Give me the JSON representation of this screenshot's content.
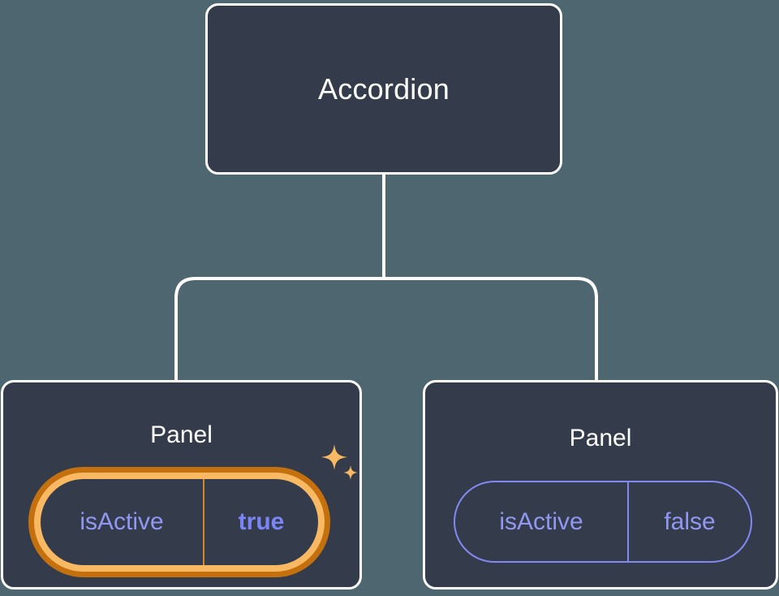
{
  "diagram": {
    "type": "component-tree",
    "background_color": "#4e6670",
    "node_fill_color": "#343c4b",
    "edge_color": "#ffffff",
    "accent_highlight_color": "#f8b962",
    "accent_highlight_outer_color": "#c4700f",
    "prop_color": "#9298f2",
    "value_active_color": "#7b85f6"
  },
  "root": {
    "label": "Accordion"
  },
  "children": [
    {
      "label": "Panel",
      "highlighted": true,
      "prop": {
        "key": "isActive",
        "value": "true",
        "bold": true
      },
      "sparkle_icons": [
        "sparkle-large-icon",
        "sparkle-small-icon"
      ]
    },
    {
      "label": "Panel",
      "highlighted": false,
      "prop": {
        "key": "isActive",
        "value": "false",
        "bold": false
      },
      "sparkle_icons": []
    }
  ]
}
